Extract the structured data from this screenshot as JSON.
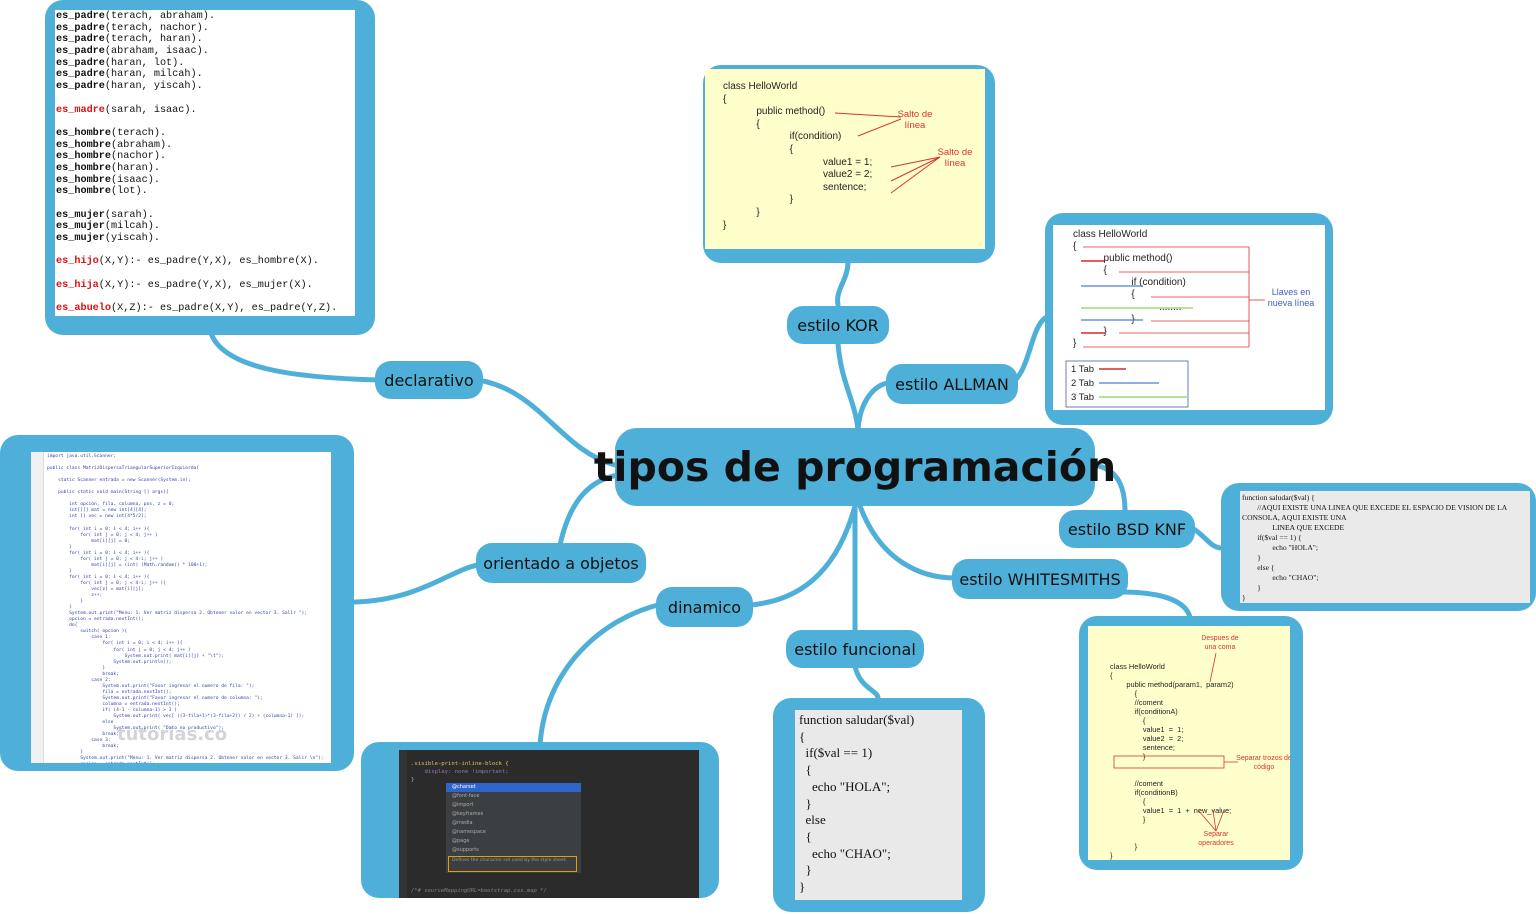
{
  "central_topic": "tipos de programación",
  "branches": {
    "declarativo": "declarativo",
    "orientado": "orientado a objetos",
    "dinamico": "dinamico",
    "funcional": "estilo funcional",
    "kor": "estilo KOR",
    "allman": "estilo ALLMAN",
    "bsd": "estilo BSD KNF",
    "whitesmiths": "estilo WHITESMITHS"
  },
  "prolog_lines": [
    {
      "pred": "es_padre",
      "args": "(terach, abraham).",
      "style": "kw"
    },
    {
      "pred": "es_padre",
      "args": "(terach, nachor).",
      "style": "kw"
    },
    {
      "pred": "es_padre",
      "args": "(terach, haran).",
      "style": "kw"
    },
    {
      "pred": "es_padre",
      "args": "(abraham, isaac).",
      "style": "kw"
    },
    {
      "pred": "es_padre",
      "args": "(haran, lot).",
      "style": "kw"
    },
    {
      "pred": "es_padre",
      "args": "(haran, milcah).",
      "style": "kw"
    },
    {
      "pred": "es_padre",
      "args": "(haran, yiscah).",
      "style": "kw"
    },
    {
      "pred": "",
      "args": "",
      "style": "kw"
    },
    {
      "pred": "es_madre",
      "args": "(sarah, isaac).",
      "style": "red"
    },
    {
      "pred": "",
      "args": "",
      "style": "kw"
    },
    {
      "pred": "es_hombre",
      "args": "(terach).",
      "style": "kw"
    },
    {
      "pred": "es_hombre",
      "args": "(abraham).",
      "style": "kw"
    },
    {
      "pred": "es_hombre",
      "args": "(nachor).",
      "style": "kw"
    },
    {
      "pred": "es_hombre",
      "args": "(haran).",
      "style": "kw"
    },
    {
      "pred": "es_hombre",
      "args": "(isaac).",
      "style": "kw"
    },
    {
      "pred": "es_hombre",
      "args": "(lot).",
      "style": "kw"
    },
    {
      "pred": "",
      "args": "",
      "style": "kw"
    },
    {
      "pred": "es_mujer",
      "args": "(sarah).",
      "style": "kw"
    },
    {
      "pred": "es_mujer",
      "args": "(milcah).",
      "style": "kw"
    },
    {
      "pred": "es_mujer",
      "args": "(yiscah).",
      "style": "kw"
    },
    {
      "pred": "",
      "args": "",
      "style": "kw"
    },
    {
      "pred": "es_hijo",
      "args": "(X,Y):- es_padre(Y,X), es_hombre(X).",
      "style": "red"
    },
    {
      "pred": "",
      "args": "",
      "style": "kw"
    },
    {
      "pred": "es_hija",
      "args": "(X,Y):- es_padre(Y,X), es_mujer(X).",
      "style": "red"
    },
    {
      "pred": "",
      "args": "",
      "style": "kw"
    },
    {
      "pred": "es_abuelo",
      "args": "(X,Z):- es_padre(X,Y), es_padre(Y,Z).",
      "style": "red"
    }
  ],
  "kor": {
    "code": "class HelloWorld\n{\n            public method()\n            {\n                        if(condition)\n                        {\n                                    value1 = 1;\n                                    value2 = 2;\n                                    sentence;\n                        }\n            }\n}",
    "note1": "Salto\nde línea",
    "note2": "Salto\nde línea"
  },
  "allman": {
    "code": "class HelloWorld\n{\n           public method()\n           {\n                     if (condition)\n                     {\n                               ........\n                     }\n           }\n}",
    "note": "Llaves en\nnueva línea",
    "legend": [
      "1 Tab",
      "2 Tab",
      "3 Tab"
    ]
  },
  "bsd": {
    "code": "function saludar($val) {\n        //AQUI EXISTE UNA LINEA QUE EXCEDE EL ESPACIO DE VISION DE LA\nCONSOLA, AQUI EXISTE UNA\n                LINEA QUE EXCEDE\n        if($val == 1) {\n                echo \"HOLA\";\n        }\n        else {\n                echo \"CHAO\";\n        }\n}"
  },
  "whitesmiths": {
    "code": "class HelloWorld\n{\n        public method(param1,  param2)\n            {\n            //coment\n            if(conditionA)\n                {\n                value1  =  1;\n                value2  =  2;\n                sentence;\n                }\n\n\n            //coment\n            if(conditionB)\n                {\n                value1  =  1  +  new_value;\n                }\n\n\n            }\n}",
    "note_top": "Despues de\nuna coma",
    "note_mid": "Separar trozos\nde código",
    "note_bottom": "Separar\noperadores"
  },
  "funcional": {
    "code": "function saludar($val)\n{\n  if($val == 1)\n  {\n    echo \"HOLA\";\n  }\n  else\n  {\n    echo \"CHAO\";\n  }\n}"
  },
  "dinamico_editor": {
    "line1": ".visible-print-inline-block {",
    "line2": "    display: none !important;",
    "line3": "}",
    "menu": [
      "@charset",
      "@font-face",
      "@import",
      "@keyframes",
      "@media",
      "@namespace",
      "@page",
      "@supports"
    ],
    "hint": "Defines the character set used by the style sheet.",
    "footer": "/*# sourceMappingURL=bootstrap.css.map */"
  },
  "java_watermark": "tutorias.co",
  "java_code": "import java.util.Scanner;\n\npublic class MatrizDispersaTriangularSuperiorIzquierda{\n\n    static Scanner entrada = new Scanner(System.in);\n\n    public static void main(String [] args){\n\n        int opcion, fila, columna, pos, z = 0;\n        int[][] mat = new int[4][4];\n        int [] vec = new int[4*5/2];\n\n        for( int i = 0; i < 4; i++ ){\n            for( int j = 0; j < 4; j++ )\n                mat[i][j] = 0;\n        }\n        for( int i = 0; i < 4; i++ ){\n            for( int j = 0; j < 4-i; j++ )\n                mat[i][j] = (int) (Math.random() * 100+1);\n        }\n        for( int i = 0; i < 4; i++ ){\n            for( int j = 0; j < 4-i; j++ ){\n                vec[z] = mat[i][j];\n                z++;\n            }\n        }\n        System.out.print(\"Menu: 1. Ver matriz dispersa 2. Obtener valor en vector 3. Salir \");\n        opcion = entrada.nextInt();\n        do{\n            switch( opcion ){\n                case 1:\n                    for( int i = 0; i < 4; i++ ){\n                        for( int j = 0; j < 4; j++ )\n                            System.out.print( mat[i][j] + \"\\t\");\n                        System.out.println();\n                    }\n                    break;\n                case 2:\n                    System.out.print(\"Favor ingresar el numero de fila: \");\n                    fila = entrada.nextInt();\n                    System.out.print(\"Favor ingresar el numero de columna: \");\n                    columna = entrada.nextInt();\n                    if( (4-1 - columna-1) > 3 )\n                        System.out.print( vec[ ((3-fila+1)*(3-fila+2)) / 2) + (columna-1) ]);\n                    else\n                        System.out.print( \"Dato no productivo\");\n                    break;\n                case 3:\n                    break;\n            }\n            System.out.print(\"Menu: 1. Ver matriz dispersa 2. Obtener valor en vector 3. Salir \\n\");\n            opcion = entrada.nextInt();\n        }while(opcion...\n    }\n}"
}
